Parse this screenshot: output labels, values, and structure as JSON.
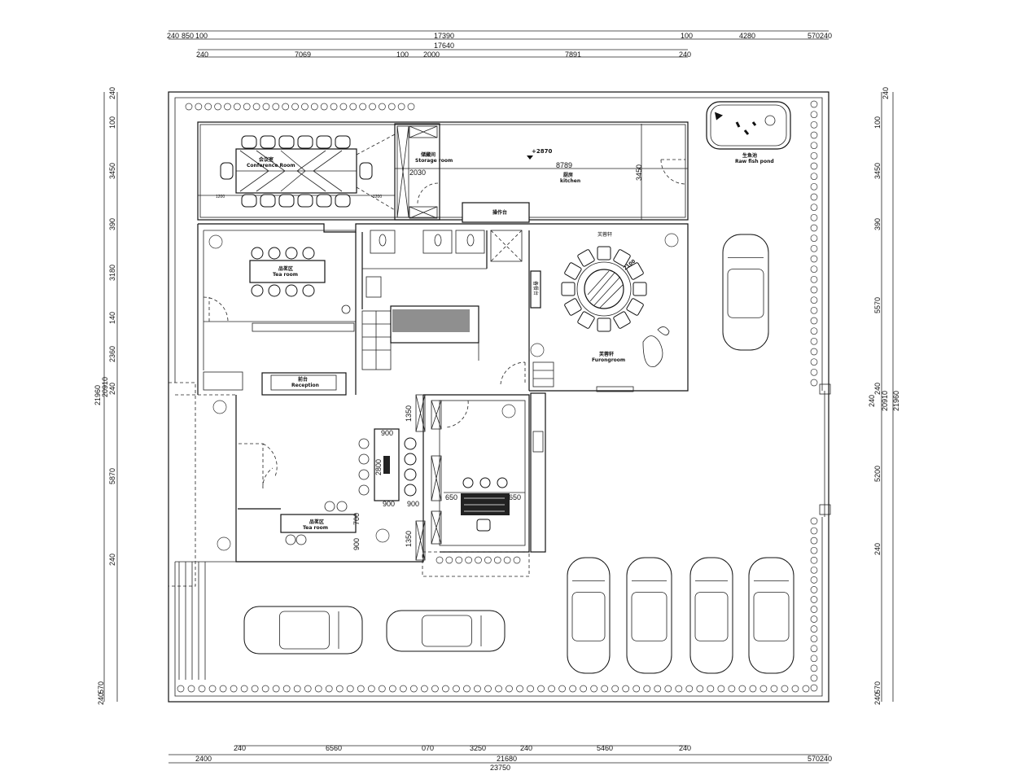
{
  "dimensions": {
    "top_row1": [
      "240",
      "850",
      "100",
      "17390",
      "100",
      "4280",
      "570",
      "240"
    ],
    "top_overall": "17640",
    "top_row2": [
      "240",
      "7069",
      "100",
      "2000",
      "7891",
      "240"
    ],
    "bottom_row1": [
      "240",
      "6560",
      "070",
      "3250",
      "240",
      "5460",
      "240"
    ],
    "bottom_row2": [
      "2400",
      "21680",
      "570",
      "240"
    ],
    "bottom_overall": "23750",
    "left_row": [
      "240",
      "100",
      "3450",
      "390",
      "3180",
      "140",
      "2360",
      "240",
      "5870",
      "240",
      "240",
      "570"
    ],
    "left_totals": [
      "20910",
      "21960"
    ],
    "right_row": [
      "240",
      "100",
      "3450",
      "390",
      "5570",
      "240",
      "240",
      "5200",
      "240",
      "240",
      "570"
    ],
    "right_totals": [
      "20910",
      "21960"
    ]
  },
  "rooms": {
    "conference": {
      "cn": "会议室",
      "en": "Conference Room",
      "dims": [
        "1200",
        "1200"
      ]
    },
    "storage": {
      "cn": "储藏间",
      "en": "Storage room"
    },
    "kitchen": {
      "cn": "厨房",
      "en": "kitchen",
      "elevation": "+2870",
      "dims": [
        "8789",
        "2030",
        "3450"
      ]
    },
    "counter": "操作台",
    "tea_room_top": {
      "cn": "品茗区",
      "en": "Tea room"
    },
    "furong": {
      "cn": "芙蓉轩",
      "en": "Furongroom",
      "top_label": "芙蓉轩",
      "side": "备餐台",
      "table_dim": "2100"
    },
    "fish_pond": {
      "cn": "生鱼池",
      "en": "Raw fish pond"
    },
    "reception": {
      "cn": "前台",
      "en": "Reception"
    },
    "tea_room_bottom": {
      "cn": "品茗区",
      "en": "Tea room"
    },
    "lounge_dims": [
      "1350",
      "900",
      "2800",
      "900",
      "900",
      "700",
      "900",
      "1350"
    ],
    "office_dims": [
      "650",
      "650"
    ]
  }
}
